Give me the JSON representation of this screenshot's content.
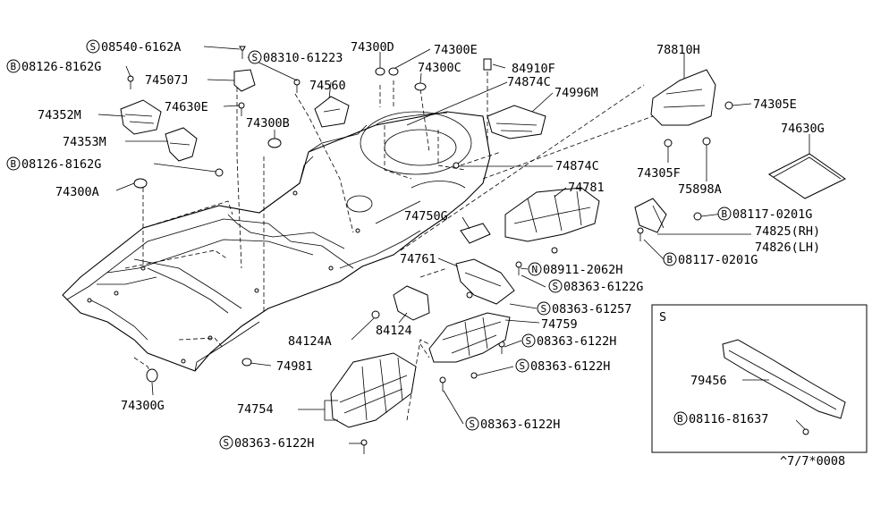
{
  "callouts": {
    "c1": {
      "prefix": "S",
      "text": "08540-6162A"
    },
    "c2": {
      "prefix": "B",
      "text": "08126-8162G"
    },
    "c3": {
      "prefix": "",
      "text": "74507J"
    },
    "c4": {
      "prefix": "S",
      "text": "08310-61223"
    },
    "c5": {
      "prefix": "",
      "text": "74300D"
    },
    "c6": {
      "prefix": "",
      "text": "74300E"
    },
    "c7": {
      "prefix": "",
      "text": "74300C"
    },
    "c8": {
      "prefix": "",
      "text": "84910F"
    },
    "c9": {
      "prefix": "",
      "text": "74560"
    },
    "c10": {
      "prefix": "",
      "text": "74874C"
    },
    "c11": {
      "prefix": "",
      "text": "74996M"
    },
    "c12": {
      "prefix": "",
      "text": "78810H"
    },
    "c13": {
      "prefix": "",
      "text": "74352M"
    },
    "c14": {
      "prefix": "",
      "text": "74630E"
    },
    "c15": {
      "prefix": "",
      "text": "74300B"
    },
    "c16": {
      "prefix": "",
      "text": "74305E"
    },
    "c17": {
      "prefix": "",
      "text": "74630G"
    },
    "c18": {
      "prefix": "",
      "text": "74353M"
    },
    "c19": {
      "prefix": "B",
      "text": "08126-8162G"
    },
    "c20": {
      "prefix": "",
      "text": "74874C"
    },
    "c21": {
      "prefix": "",
      "text": "74305F"
    },
    "c22": {
      "prefix": "",
      "text": "74300A"
    },
    "c23": {
      "prefix": "",
      "text": "75898A"
    },
    "c24": {
      "prefix": "",
      "text": "74781"
    },
    "c25": {
      "prefix": "B",
      "text": "08117-0201G"
    },
    "c26": {
      "prefix": "",
      "text": "74750G"
    },
    "c27": {
      "prefix": "",
      "text": "74825(RH)"
    },
    "c28": {
      "prefix": "",
      "text": "74826(LH)"
    },
    "c29": {
      "prefix": "",
      "text": "74761"
    },
    "c30": {
      "prefix": "B",
      "text": "08117-0201G"
    },
    "c31": {
      "prefix": "N",
      "text": "08911-2062H"
    },
    "c32": {
      "prefix": "S",
      "text": "08363-6122G"
    },
    "c33": {
      "prefix": "S",
      "text": "08363-61257"
    },
    "c34": {
      "prefix": "",
      "text": "74759"
    },
    "c35": {
      "prefix": "",
      "text": "84124A"
    },
    "c36": {
      "prefix": "",
      "text": "84124"
    },
    "c37": {
      "prefix": "S",
      "text": "08363-6122H"
    },
    "c38": {
      "prefix": "",
      "text": "74981"
    },
    "c39": {
      "prefix": "S",
      "text": "08363-6122H"
    },
    "c40": {
      "prefix": "",
      "text": "74300G"
    },
    "c41": {
      "prefix": "",
      "text": "74754"
    },
    "c42": {
      "prefix": "S",
      "text": "08363-6122H"
    },
    "c43": {
      "prefix": "S",
      "text": "08363-6122H"
    }
  },
  "inset": {
    "tag": "S",
    "part": "79456",
    "bolt": {
      "prefix": "B",
      "text": "08116-81637"
    }
  },
  "diagram_code": "^7/7*0008"
}
